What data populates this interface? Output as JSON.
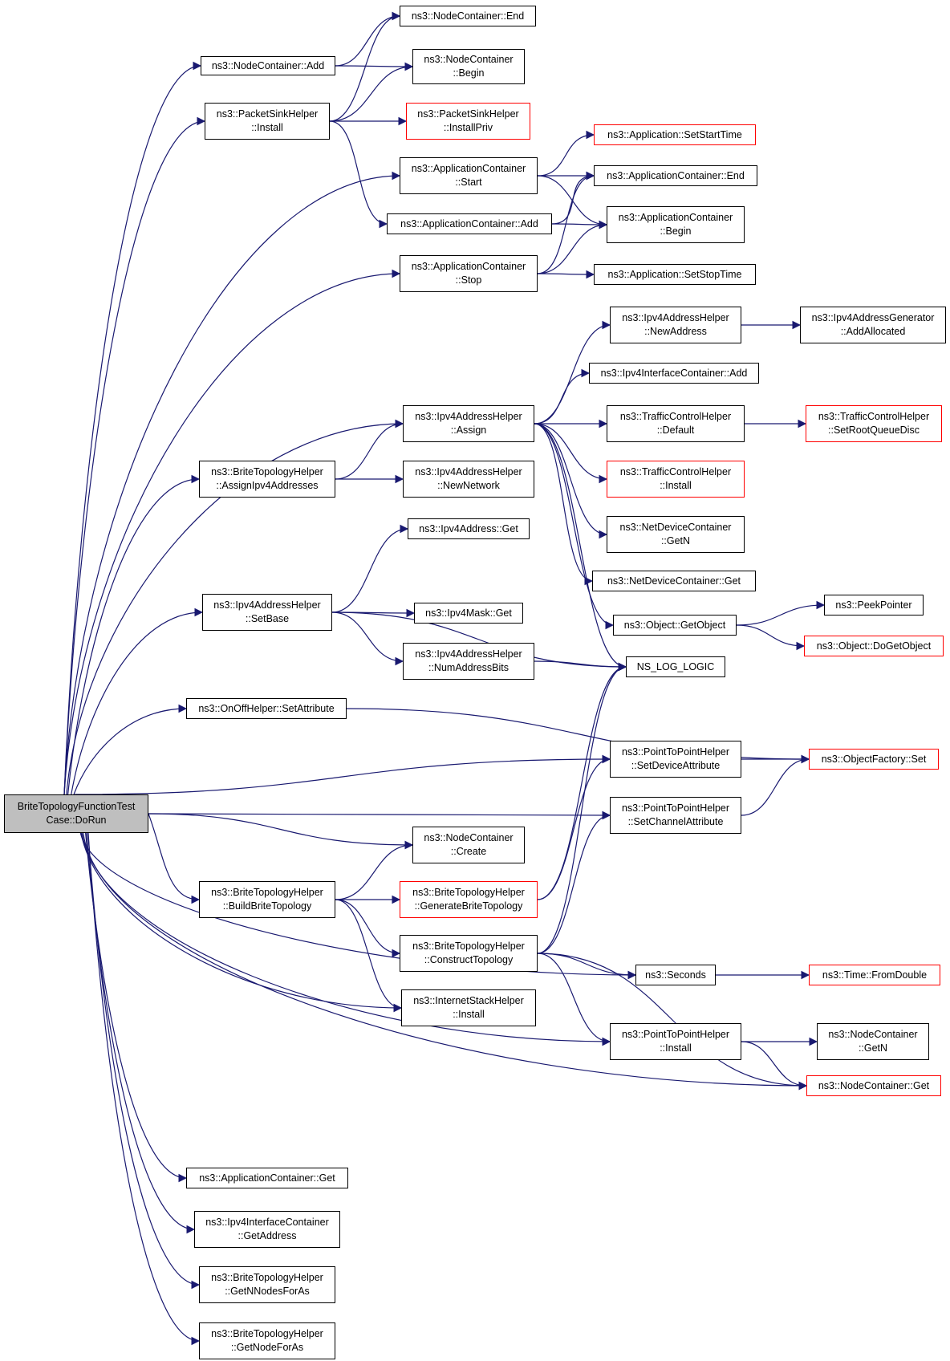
{
  "colors": {
    "edge": "#191970",
    "root_fill": "#bfbfbf",
    "truncated_border": "#ff0000",
    "default_border": "#000000"
  },
  "nodes": {
    "root": "BriteTopologyFunctionTest\nCase::DoRun",
    "nc_add": "ns3::NodeContainer::Add",
    "nc_end": "ns3::NodeContainer::End",
    "nc_begin": "ns3::NodeContainer\n::Begin",
    "psh_install": "ns3::PacketSinkHelper\n::Install",
    "psh_installpriv": "ns3::PacketSinkHelper\n::InstallPriv",
    "ac_start": "ns3::ApplicationContainer\n::Start",
    "app_setstart": "ns3::Application::SetStartTime",
    "ac_end": "ns3::ApplicationContainer::End",
    "ac_add": "ns3::ApplicationContainer::Add",
    "ac_begin": "ns3::ApplicationContainer\n::Begin",
    "ac_stop": "ns3::ApplicationContainer\n::Stop",
    "app_setstop": "ns3::Application::SetStopTime",
    "iah_newaddress": "ns3::Ipv4AddressHelper\n::NewAddress",
    "iag_addallocated": "ns3::Ipv4AddressGenerator\n::AddAllocated",
    "iic_add": "ns3::Ipv4InterfaceContainer::Add",
    "iah_assign": "ns3::Ipv4AddressHelper\n::Assign",
    "tch_default": "ns3::TrafficControlHelper\n::Default",
    "tch_setroot": "ns3::TrafficControlHelper\n::SetRootQueueDisc",
    "bth_assignipv4": "ns3::BriteTopologyHelper\n::AssignIpv4Addresses",
    "iah_newnetwork": "ns3::Ipv4AddressHelper\n::NewNetwork",
    "tch_install": "ns3::TrafficControlHelper\n::Install",
    "ndc_getn": "ns3::NetDeviceContainer\n::GetN",
    "ipv4addr_get": "ns3::Ipv4Address::Get",
    "ndc_get": "ns3::NetDeviceContainer::Get",
    "iah_setbase": "ns3::Ipv4AddressHelper\n::SetBase",
    "ipv4mask_get": "ns3::Ipv4Mask::Get",
    "obj_getobject": "ns3::Object::GetObject",
    "peekpointer": "ns3::PeekPointer",
    "obj_dogetobject": "ns3::Object::DoGetObject",
    "iah_numaddrbits": "ns3::Ipv4AddressHelper\n::NumAddressBits",
    "ns_log_logic": "NS_LOG_LOGIC",
    "onoff_setattr": "ns3::OnOffHelper::SetAttribute",
    "p2p_setdevattr": "ns3::PointToPointHelper\n::SetDeviceAttribute",
    "objfactory_set": "ns3::ObjectFactory::Set",
    "p2p_setchanattr": "ns3::PointToPointHelper\n::SetChannelAttribute",
    "nc_create": "ns3::NodeContainer\n::Create",
    "bth_build": "ns3::BriteTopologyHelper\n::BuildBriteTopology",
    "bth_generate": "ns3::BriteTopologyHelper\n::GenerateBriteTopology",
    "bth_construct": "ns3::BriteTopologyHelper\n::ConstructTopology",
    "seconds": "ns3::Seconds",
    "time_fromdouble": "ns3::Time::FromDouble",
    "ish_install": "ns3::InternetStackHelper\n::Install",
    "p2p_install": "ns3::PointToPointHelper\n::Install",
    "nc_getn": "ns3::NodeContainer\n::GetN",
    "nc_get": "ns3::NodeContainer::Get",
    "ac_get": "ns3::ApplicationContainer::Get",
    "iic_getaddress": "ns3::Ipv4InterfaceContainer\n::GetAddress",
    "bth_getnnodes": "ns3::BriteTopologyHelper\n::GetNNodesForAs",
    "bth_getnode": "ns3::BriteTopologyHelper\n::GetNodeForAs"
  },
  "truncated_nodes": [
    "psh_installpriv",
    "app_setstart",
    "tch_setroot",
    "tch_install",
    "obj_dogetobject",
    "objfactory_set",
    "bth_generate",
    "time_fromdouble",
    "nc_get"
  ],
  "edges": [
    [
      "root",
      "nc_add"
    ],
    [
      "root",
      "psh_install"
    ],
    [
      "root",
      "ac_start"
    ],
    [
      "root",
      "ac_stop"
    ],
    [
      "root",
      "iah_assign"
    ],
    [
      "root",
      "bth_assignipv4"
    ],
    [
      "root",
      "iah_setbase"
    ],
    [
      "root",
      "onoff_setattr"
    ],
    [
      "root",
      "p2p_setdevattr"
    ],
    [
      "root",
      "p2p_setchanattr"
    ],
    [
      "root",
      "nc_create"
    ],
    [
      "root",
      "bth_build"
    ],
    [
      "root",
      "ish_install"
    ],
    [
      "root",
      "seconds"
    ],
    [
      "root",
      "p2p_install"
    ],
    [
      "root",
      "nc_get"
    ],
    [
      "root",
      "ac_get"
    ],
    [
      "root",
      "iic_getaddress"
    ],
    [
      "root",
      "bth_getnnodes"
    ],
    [
      "root",
      "bth_getnode"
    ],
    [
      "nc_add",
      "nc_end"
    ],
    [
      "nc_add",
      "nc_begin"
    ],
    [
      "psh_install",
      "nc_end"
    ],
    [
      "psh_install",
      "nc_begin"
    ],
    [
      "psh_install",
      "psh_installpriv"
    ],
    [
      "psh_install",
      "ac_add"
    ],
    [
      "ac_start",
      "app_setstart"
    ],
    [
      "ac_start",
      "ac_end"
    ],
    [
      "ac_start",
      "ac_begin"
    ],
    [
      "ac_add",
      "ac_end"
    ],
    [
      "ac_add",
      "ac_begin"
    ],
    [
      "ac_stop",
      "ac_end"
    ],
    [
      "ac_stop",
      "ac_begin"
    ],
    [
      "ac_stop",
      "app_setstop"
    ],
    [
      "iah_newaddress",
      "iag_addallocated"
    ],
    [
      "iah_assign",
      "iah_newaddress"
    ],
    [
      "iah_assign",
      "iic_add"
    ],
    [
      "iah_assign",
      "tch_default"
    ],
    [
      "iah_assign",
      "tch_install"
    ],
    [
      "iah_assign",
      "ndc_getn"
    ],
    [
      "iah_assign",
      "ndc_get"
    ],
    [
      "iah_assign",
      "obj_getobject"
    ],
    [
      "iah_assign",
      "ns_log_logic"
    ],
    [
      "tch_default",
      "tch_setroot"
    ],
    [
      "bth_assignipv4",
      "iah_assign"
    ],
    [
      "bth_assignipv4",
      "iah_newnetwork"
    ],
    [
      "iah_setbase",
      "ipv4addr_get"
    ],
    [
      "iah_setbase",
      "ipv4mask_get"
    ],
    [
      "iah_setbase",
      "iah_numaddrbits"
    ],
    [
      "iah_setbase",
      "ns_log_logic"
    ],
    [
      "iah_numaddrbits",
      "ns_log_logic"
    ],
    [
      "obj_getobject",
      "peekpointer"
    ],
    [
      "obj_getobject",
      "obj_dogetobject"
    ],
    [
      "onoff_setattr",
      "objfactory_set"
    ],
    [
      "p2p_setdevattr",
      "objfactory_set"
    ],
    [
      "p2p_setchanattr",
      "objfactory_set"
    ],
    [
      "bth_build",
      "nc_create"
    ],
    [
      "bth_build",
      "bth_generate"
    ],
    [
      "bth_build",
      "bth_construct"
    ],
    [
      "bth_build",
      "ish_install"
    ],
    [
      "bth_generate",
      "ns_log_logic"
    ],
    [
      "bth_generate",
      "p2p_setdevattr"
    ],
    [
      "bth_construct",
      "ns_log_logic"
    ],
    [
      "bth_construct",
      "p2p_setchanattr"
    ],
    [
      "bth_construct",
      "seconds"
    ],
    [
      "bth_construct",
      "p2p_install"
    ],
    [
      "bth_construct",
      "nc_get"
    ],
    [
      "seconds",
      "time_fromdouble"
    ],
    [
      "p2p_install",
      "nc_getn"
    ],
    [
      "p2p_install",
      "nc_get"
    ]
  ]
}
